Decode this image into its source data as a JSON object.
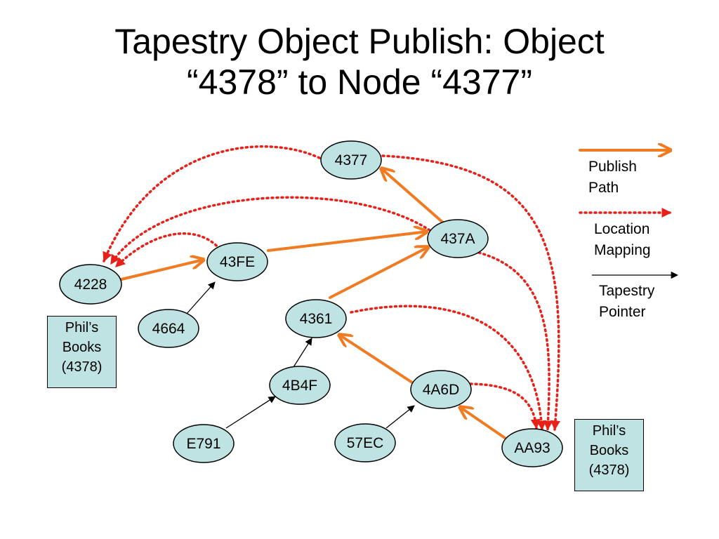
{
  "title": {
    "line1": "Tapestry Object Publish: Object",
    "line2": "“4378” to Node “4377”"
  },
  "nodes": {
    "n4377": "4377",
    "n437A": "437A",
    "n43FE": "43FE",
    "n4228": "4228",
    "n4361": "4361",
    "n4664": "4664",
    "n4B4F": "4B4F",
    "n4A6D": "4A6D",
    "nE791": "E791",
    "n57EC": "57EC",
    "nAA93": "AA93"
  },
  "legend": {
    "publish_line1": "Publish",
    "publish_line2": "Path",
    "location_line1": "Location",
    "location_line2": "Mapping",
    "pointer_line1": "Tapestry",
    "pointer_line2": "Pointer"
  },
  "book_left": {
    "line1": "Phil’s",
    "line2": "Books",
    "line3": "(4378)"
  },
  "book_right": {
    "line1": "Phil’s",
    "line2": "Books",
    "line3": "(4378)"
  },
  "colors": {
    "node_fill": "#bfe3e3",
    "publish_path": "#f07b23",
    "location_mapping": "#e8201a",
    "pointer": "#000000"
  }
}
